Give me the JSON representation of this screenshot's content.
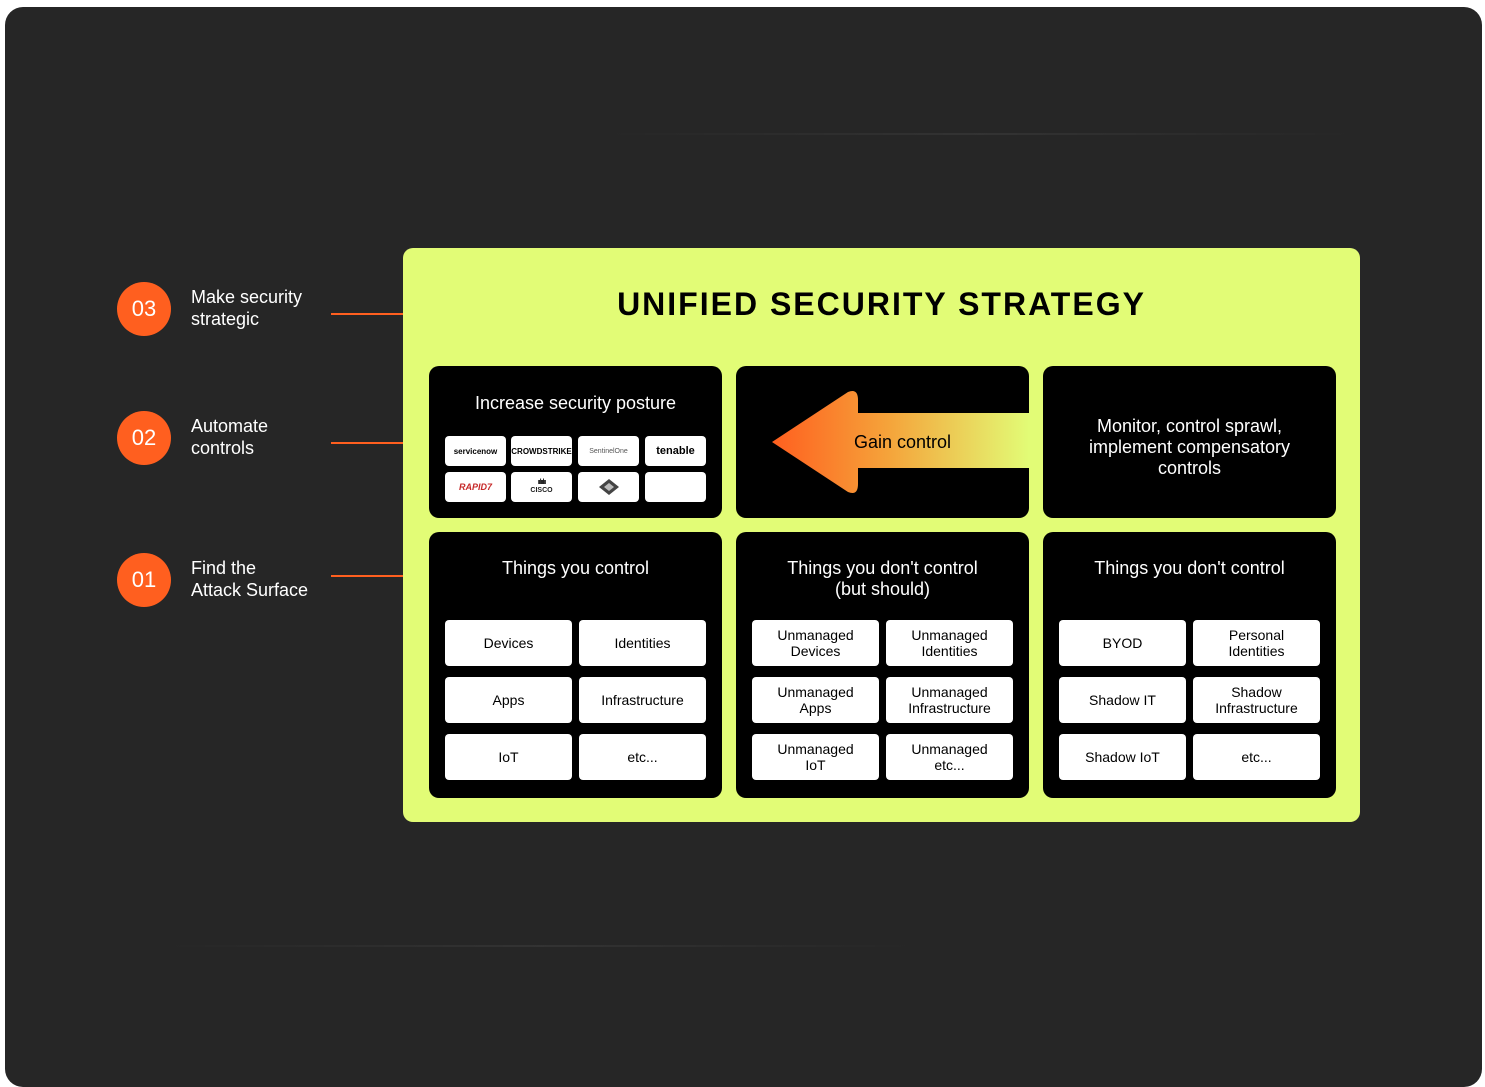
{
  "colors": {
    "background": "#262626",
    "accent_orange": "#ff5f1f",
    "strategy_green": "#e2fc76",
    "panel_black": "#000000",
    "tile_white": "#ffffff"
  },
  "steps": [
    {
      "number": "03",
      "label": "Make security\nstrategic"
    },
    {
      "number": "02",
      "label": "Automate\ncontrols"
    },
    {
      "number": "01",
      "label": "Find the\nAttack Surface"
    }
  ],
  "strategy": {
    "title": "UNIFIED SECURITY STRATEGY",
    "posture": {
      "title": "Increase security posture",
      "logos": [
        {
          "text": "servicenow",
          "icon": "servicenow-logo"
        },
        {
          "text": "CROWDSTRIKE",
          "icon": "crowdstrike-logo"
        },
        {
          "text": "SentinelOne",
          "icon": "sentinelone-logo"
        },
        {
          "text": "tenable",
          "icon": "tenable-logo"
        },
        {
          "text": "RAPID7",
          "icon": "rapid7-logo"
        },
        {
          "text": "CISCO",
          "icon": "cisco-logo"
        },
        {
          "text": "",
          "icon": "diamond-logo"
        },
        {
          "text": "",
          "icon": "blank-logo"
        }
      ]
    },
    "gain_control": {
      "label": "Gain control",
      "icon": "left-arrow-icon"
    },
    "monitor": {
      "title": "Monitor, control sprawl,\nimplement compensatory\ncontrols"
    },
    "columns": [
      {
        "title": "Things you control",
        "tiles": [
          "Devices",
          "Identities",
          "Apps",
          "Infrastructure",
          "IoT",
          "etc..."
        ]
      },
      {
        "title": "Things you don't control\n(but should)",
        "tiles": [
          "Unmanaged\nDevices",
          "Unmanaged\nIdentities",
          "Unmanaged\nApps",
          "Unmanaged\nInfrastructure",
          "Unmanaged\nIoT",
          "Unmanaged\netc..."
        ]
      },
      {
        "title": "Things you don't control",
        "tiles": [
          "BYOD",
          "Personal\nIdentities",
          "Shadow IT",
          "Shadow\nInfrastructure",
          "Shadow IoT",
          "etc..."
        ]
      }
    ]
  }
}
